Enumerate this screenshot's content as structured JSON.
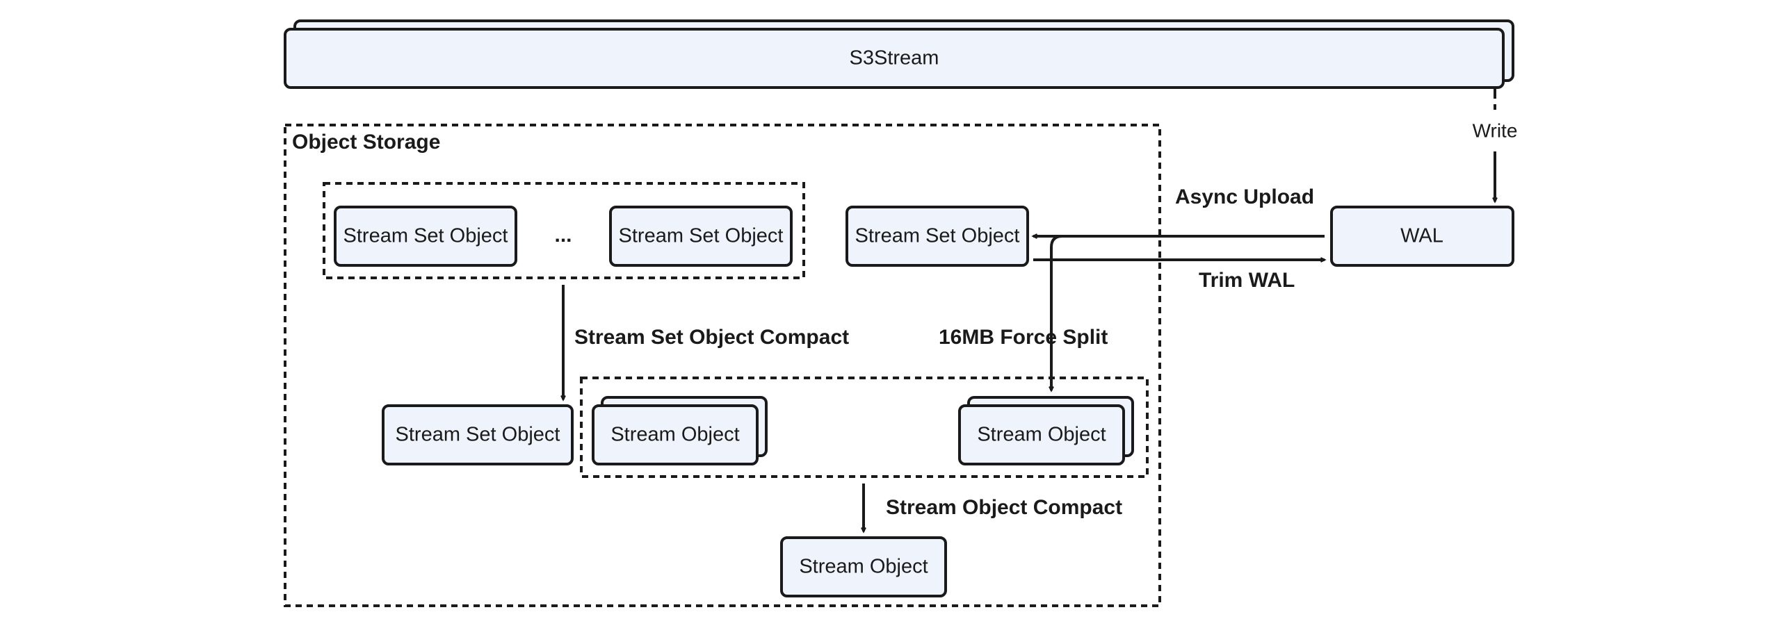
{
  "diagram": {
    "s3stream": "S3Stream",
    "write": "Write",
    "wal": "WAL",
    "object_storage": "Object Storage",
    "async_upload": "Async Upload",
    "trim_wal": "Trim WAL",
    "stream_set_object": "Stream Set Object",
    "ellipsis": "...",
    "stream_set_object_compact": "Stream Set Object Compact",
    "force_split": "16MB Force Split",
    "stream_object": "Stream Object",
    "stream_object_compact": "Stream Object Compact"
  },
  "colors": {
    "box_fill": "#eef3fc",
    "stroke": "#1a1a1a",
    "background": "#ffffff"
  }
}
